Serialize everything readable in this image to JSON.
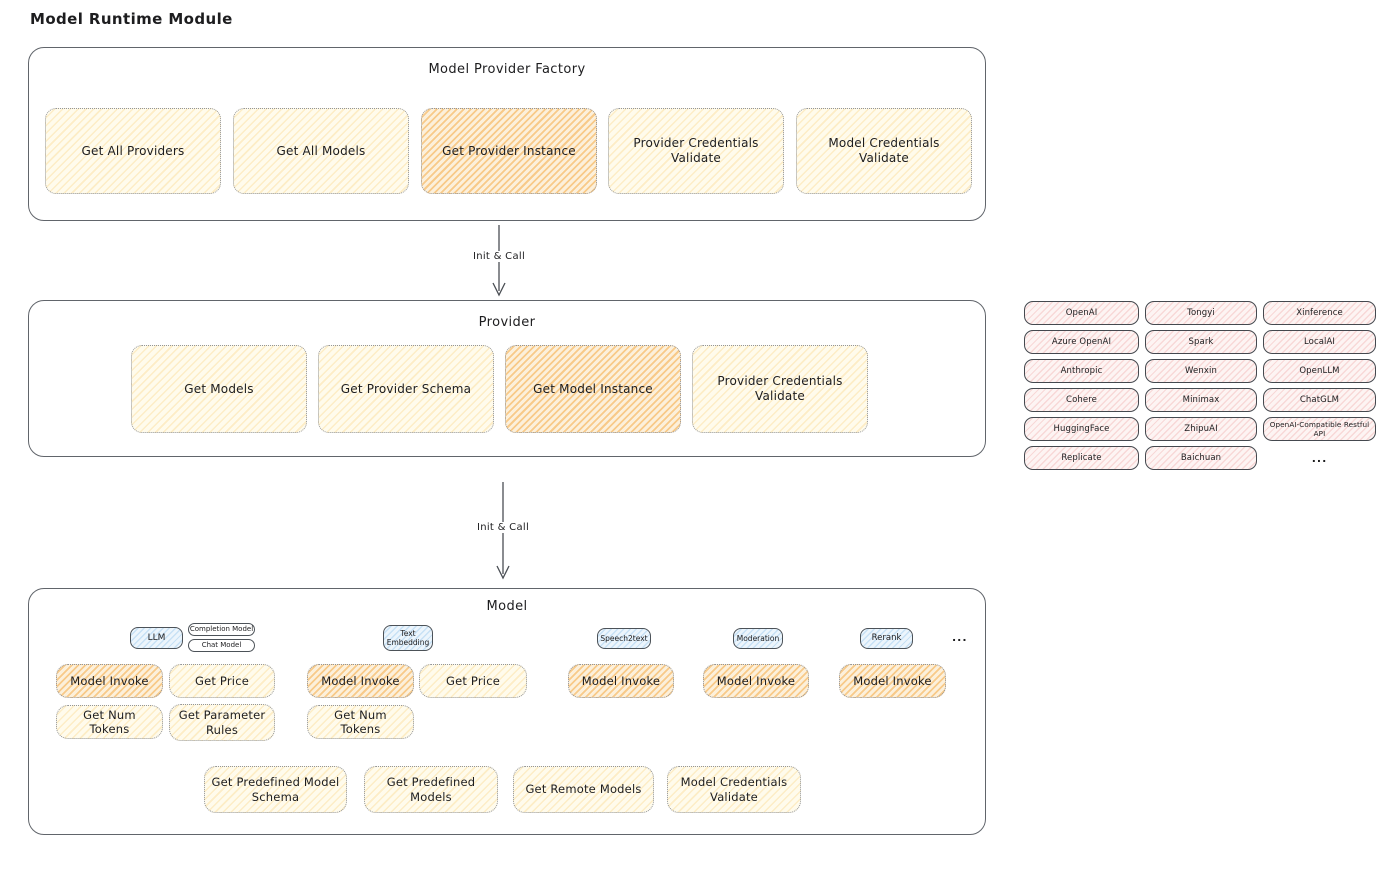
{
  "diagram": {
    "title": "Model Runtime Module",
    "arrow1_label": "Init & Call",
    "arrow2_label": "Init & Call"
  },
  "palette": {
    "yellow_fill": "#fffbec",
    "orange_fill": "#fcf0db",
    "pink_fill": "#fdf4f3",
    "blue_fill": "#ecf5fc",
    "stroke": "#61656b"
  },
  "factory": {
    "title": "Model Provider Factory",
    "items": [
      {
        "label": "Get All Providers"
      },
      {
        "label": "Get All Models"
      },
      {
        "label": "Get Provider Instance"
      },
      {
        "label": "Provider Credentials Validate"
      },
      {
        "label": "Model Credentials Validate"
      }
    ]
  },
  "provider": {
    "title": "Provider",
    "items": [
      {
        "label": "Get Models"
      },
      {
        "label": "Get Provider Schema"
      },
      {
        "label": "Get Model Instance"
      },
      {
        "label": "Provider Credentials Validate"
      }
    ]
  },
  "providers_grid": {
    "cells": [
      "OpenAI",
      "Tongyi",
      "Xinference",
      "Azure OpenAI",
      "Spark",
      "LocalAI",
      "Anthropic",
      "Wenxin",
      "OpenLLM",
      "Cohere",
      "Minimax",
      "ChatGLM",
      "HuggingFace",
      "ZhipuAI",
      "OpenAI-Compatible Restful API",
      "Replicate",
      "Baichuan"
    ],
    "ellipsis": "..."
  },
  "model": {
    "title": "Model",
    "badges": {
      "llm": "LLM",
      "completion": "Completion Model",
      "chat": "Chat Model",
      "text_embedding": "Text Embedding",
      "speech2text": "Speech2text",
      "moderation": "Moderation",
      "rerank": "Rerank",
      "ellipsis": "..."
    },
    "functions": {
      "model_invoke": "Model Invoke",
      "get_price": "Get Price",
      "get_num_tokens": "Get Num Tokens",
      "get_parameter_rules": "Get Parameter Rules"
    },
    "bottom": [
      {
        "label": "Get Predefined Model Schema"
      },
      {
        "label": "Get Predefined Models"
      },
      {
        "label": "Get Remote Models"
      },
      {
        "label": "Model Credentials Validate"
      }
    ]
  }
}
